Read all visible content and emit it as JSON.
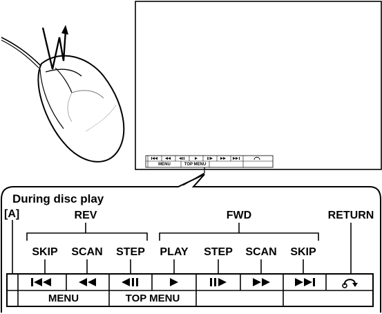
{
  "panel_title": "During disc play",
  "section_marker": "[A]",
  "groups": {
    "rev": "REV",
    "fwd": "FWD",
    "return": "RETURN"
  },
  "buttons": {
    "rev_skip": "SKIP",
    "rev_scan": "SCAN",
    "rev_step": "STEP",
    "play": "PLAY",
    "fwd_step": "STEP",
    "fwd_scan": "SCAN",
    "fwd_skip": "SKIP"
  },
  "bar_menu": {
    "menu": "MENU",
    "top_menu": "TOP MENU"
  },
  "mini_bar_menu": {
    "menu": "MENU",
    "top_menu": "TOP MENU"
  },
  "icons": [
    "skip-back-icon",
    "rewind-icon",
    "step-back-icon",
    "play-icon",
    "step-forward-icon",
    "fast-forward-icon",
    "skip-forward-icon",
    "return-icon"
  ]
}
